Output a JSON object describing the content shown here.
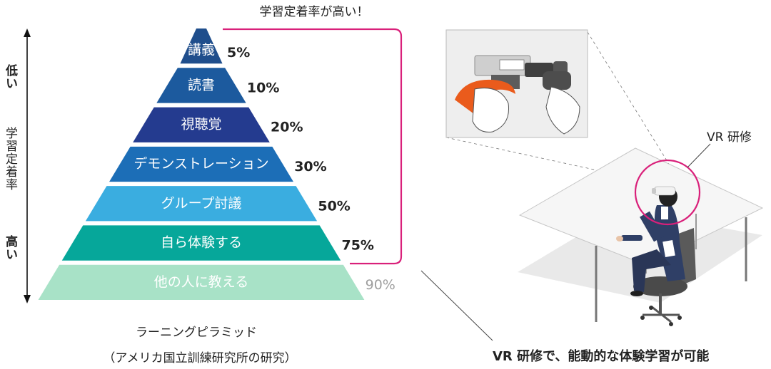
{
  "header_label": "学習定着率が高い！",
  "axis": {
    "title": "学習定着率",
    "low": "低い",
    "high": "高い"
  },
  "pyramid": {
    "tiers": [
      {
        "label": "講義",
        "percent": "5%",
        "color": "#1f4e8c"
      },
      {
        "label": "読書",
        "percent": "10%",
        "color": "#1c5a9e"
      },
      {
        "label": "視聴覚",
        "percent": "20%",
        "color": "#243b8f"
      },
      {
        "label": "デモンストレーション",
        "percent": "30%",
        "color": "#1c6eb7"
      },
      {
        "label": "グループ討議",
        "percent": "50%",
        "color": "#3aade0"
      },
      {
        "label": "自ら体験する",
        "percent": "75%",
        "color": "#06a79a"
      },
      {
        "label": "他の人に教える",
        "percent": "90%",
        "color": "#a8e2c7"
      }
    ],
    "percent_colors": {
      "normal": "#222222",
      "muted": "#9e9e9e"
    },
    "caption_title": "ラーニングピラミッド",
    "caption_source": "（アメリカ国立訓練研究所の研究）"
  },
  "illustration": {
    "vr_label": "VR 研修",
    "bottom_caption": "VR 研修で、能動的な体験学習が可能"
  },
  "colors": {
    "accent": "#d9207a"
  }
}
